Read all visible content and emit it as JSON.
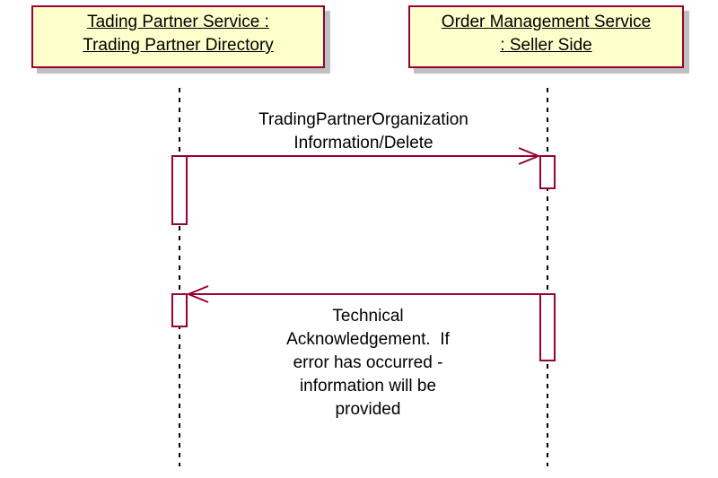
{
  "diagram": {
    "actors": [
      {
        "line1": "Tading Partner Service :",
        "line2": "Trading Partner Directory"
      },
      {
        "line1": "Order Management Service",
        "line2": ": Seller Side"
      }
    ],
    "messages": [
      {
        "direction": "left-to-right",
        "lines": [
          "TradingPartnerOrganization",
          "Information/Delete"
        ]
      },
      {
        "direction": "right-to-left",
        "lines": [
          "Technical",
          "Acknowledgement.  If",
          "error has occurred -",
          "information will be",
          "provided"
        ]
      }
    ],
    "colors": {
      "actor_fill": "#ffffcc",
      "actor_border": "#990033",
      "shadow": "#c0c0c0",
      "line": "#000000"
    }
  }
}
